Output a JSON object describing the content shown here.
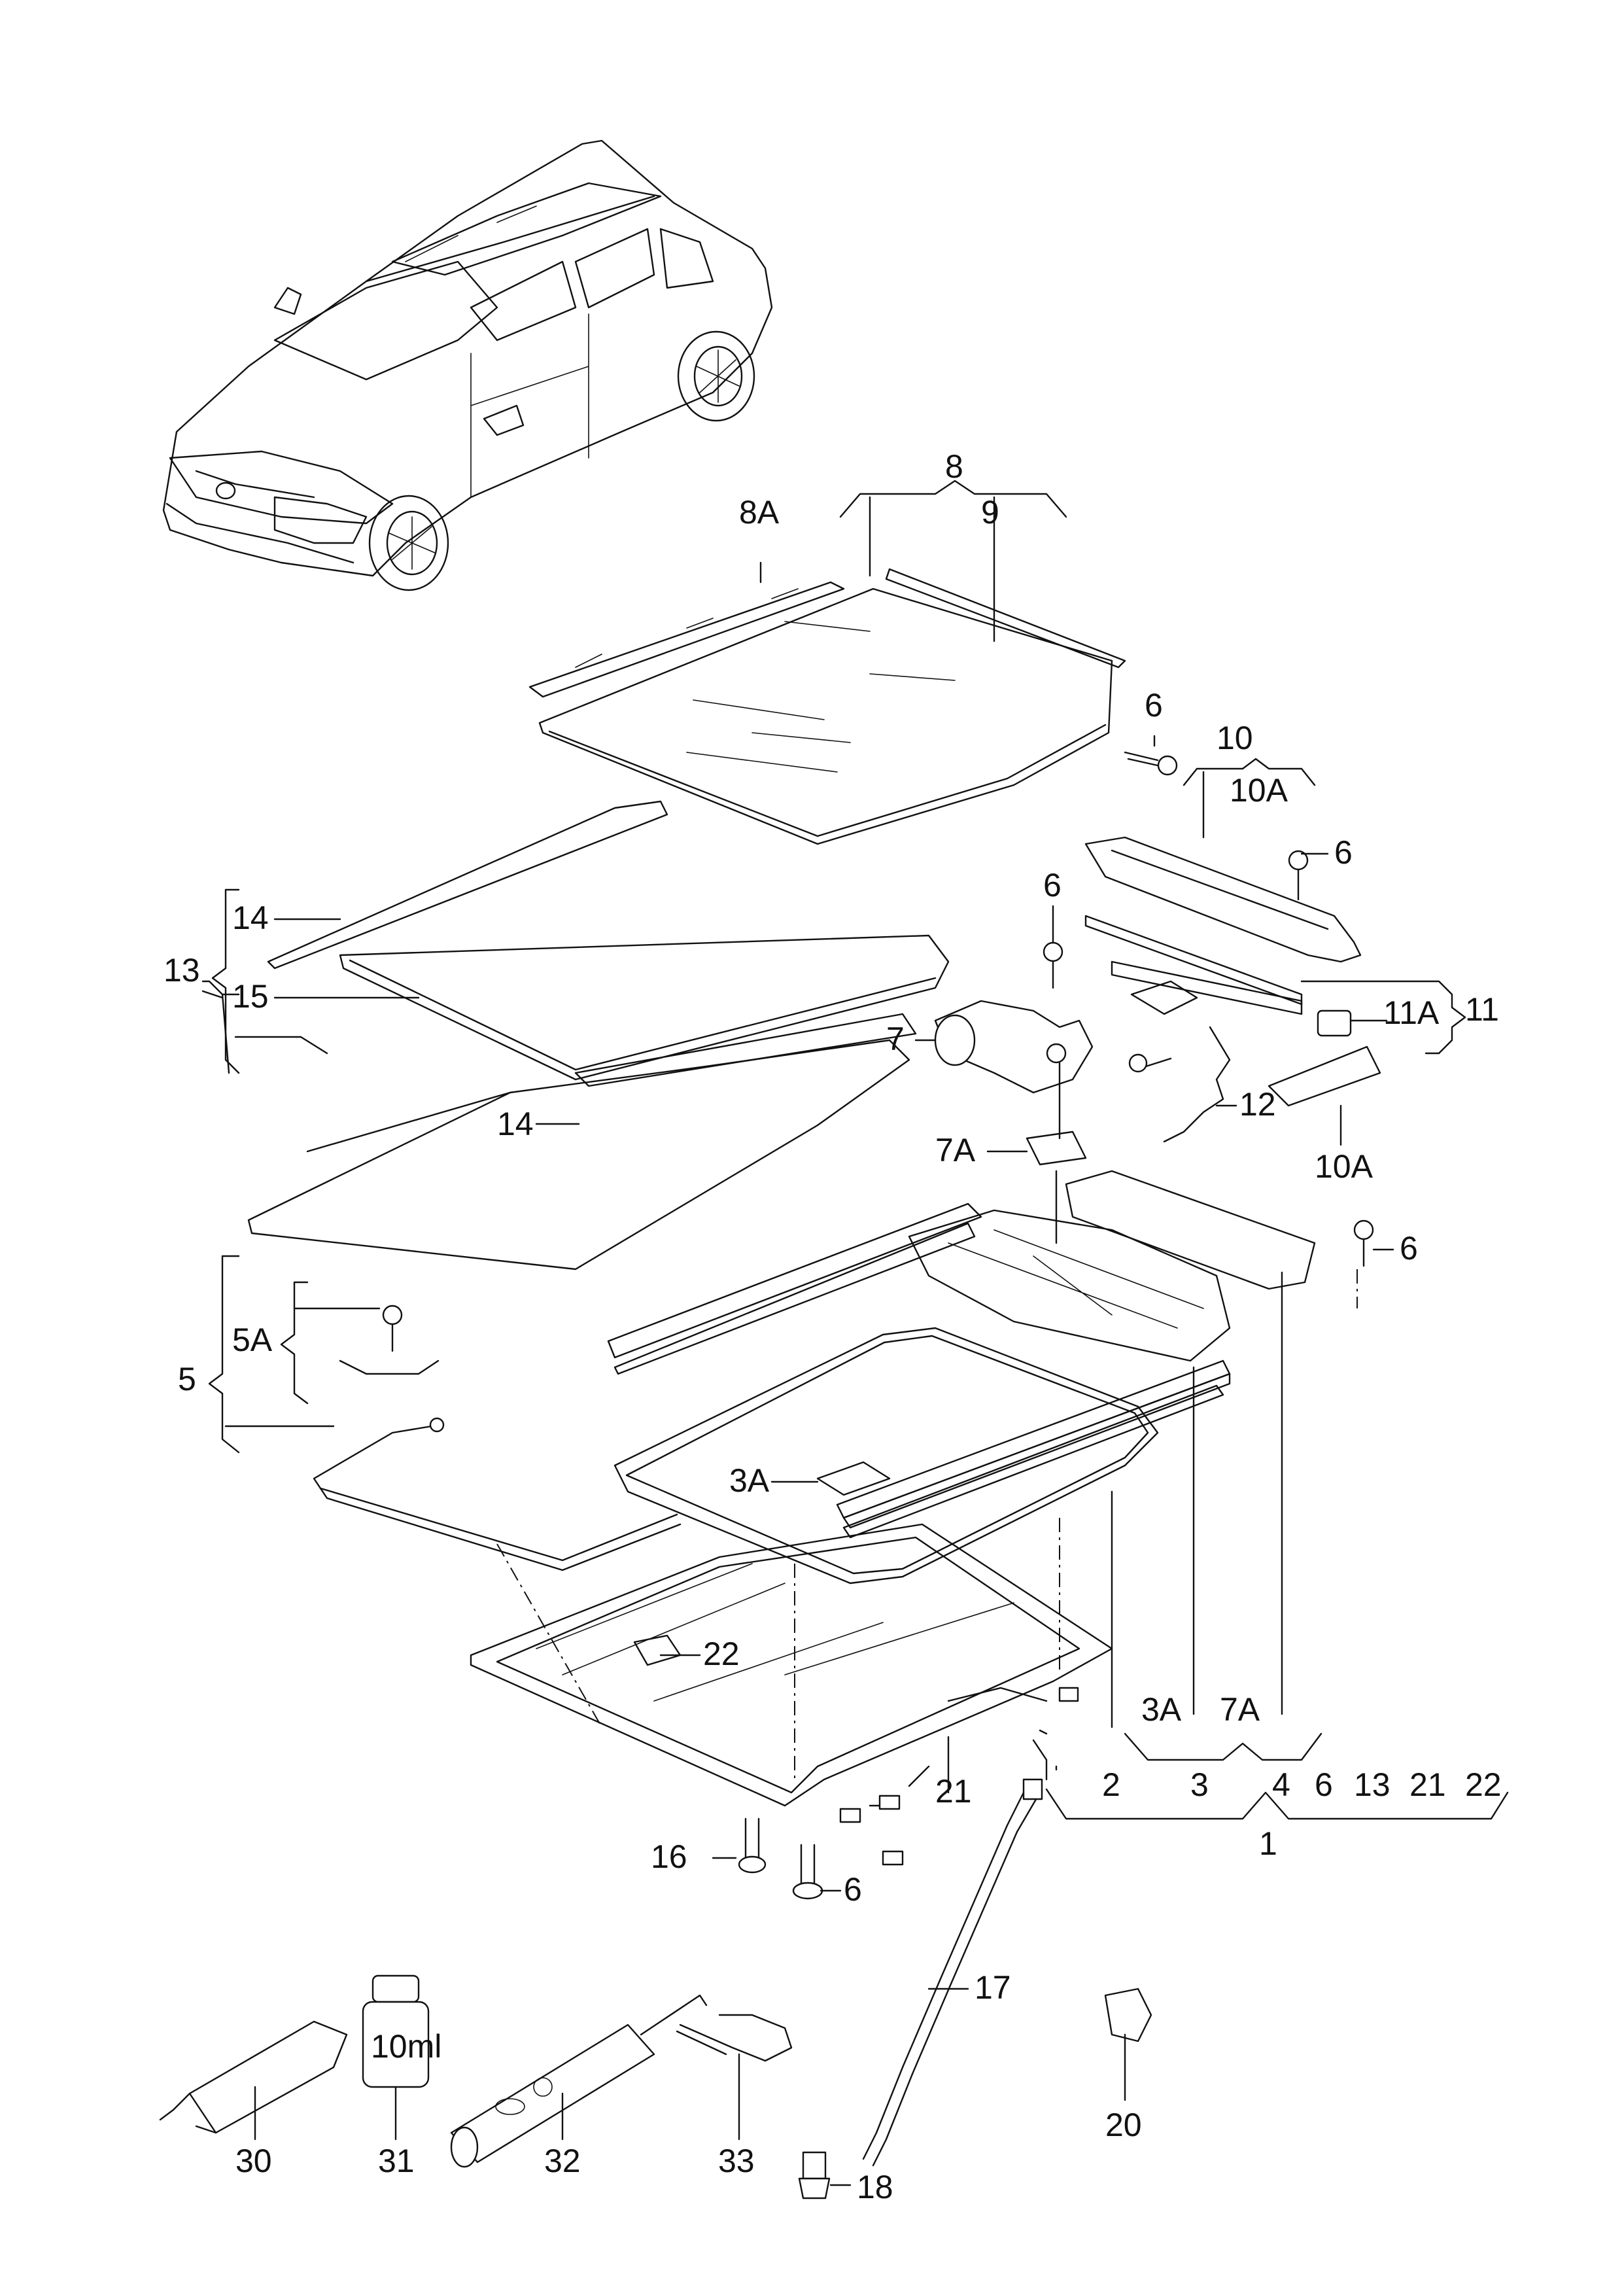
{
  "labels": {
    "l1": "1",
    "l2": "2",
    "l3": "3",
    "l3a": "3A",
    "l3a_b": "3A",
    "l4": "4",
    "l5": "5",
    "l5a": "5A",
    "l6a": "6",
    "l6b": "6",
    "l6c": "6",
    "l6d": "6",
    "l6e": "6",
    "l6f": "6",
    "l7": "7",
    "l7a": "7A",
    "l7a_b": "7A",
    "l8": "8",
    "l8a": "8A",
    "l9": "9",
    "l10": "10",
    "l10a": "10A",
    "l10a_b": "10A",
    "l11": "11",
    "l11a": "11A",
    "l12": "12",
    "l13": "13",
    "l13b": "13",
    "l14a": "14",
    "l14b": "14",
    "l15": "15",
    "l16": "16",
    "l17": "17",
    "l18": "18",
    "l20": "20",
    "l21": "21",
    "l21b": "21",
    "l22": "22",
    "l22b": "22",
    "l30": "30",
    "l31": "31",
    "l32": "32",
    "l33": "33"
  },
  "bottle_label": "10ml",
  "colors": {
    "ink": "#111111",
    "paper": "#ffffff"
  }
}
